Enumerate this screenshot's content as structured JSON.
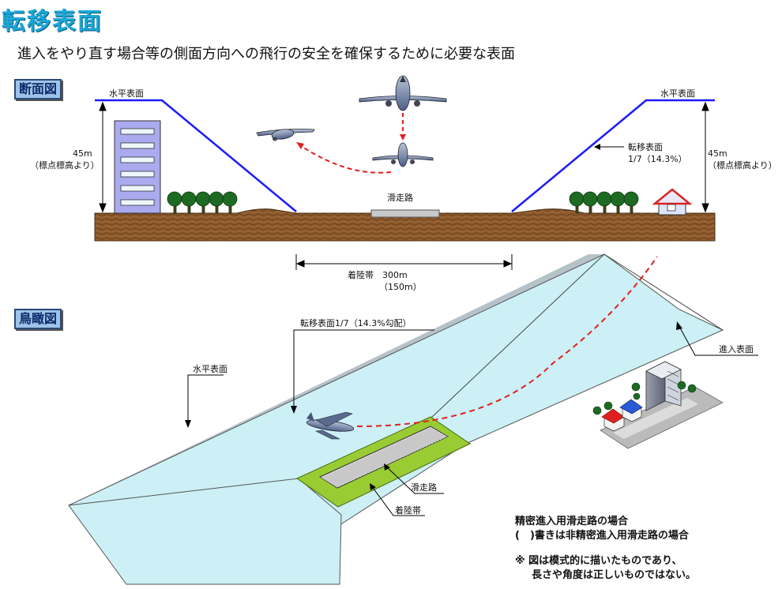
{
  "title": "転移表面",
  "subtitle": "進入をやり直す場合等の側面方向への飛行の安全を確保するために必要な表面",
  "section_view": {
    "tag": "断面図",
    "horizontal_surface_left": "水平表面",
    "horizontal_surface_right": "水平表面",
    "height_left": "45m",
    "height_left_note": "（標点標高より）",
    "height_right": "45m",
    "height_right_note": "（標点標高より）",
    "runway": "滑走路",
    "transition_surface": "転移表面",
    "transition_slope": "1/7（14.3%）",
    "strip_width": "着陸帯　300m",
    "strip_width_alt": "（150m）"
  },
  "birdseye_view": {
    "tag": "鳥瞰図",
    "transition_surface": "転移表面1/7（14.3%勾配）",
    "horizontal_surface": "水平表面",
    "approach_surface": "進入表面",
    "runway": "滑走路",
    "landing_strip": "着陸帯"
  },
  "notes": {
    "line1": "精密進入用滑走路の場合",
    "line2": "(　)書きは非精密進入用滑走路の場合",
    "line3": "※ 図は模式的に描いたものであり、",
    "line4": "長さや角度は正しいものではない。"
  },
  "colors": {
    "title": "#1aa7d8",
    "surface_line": "#1a1aff",
    "ground": "#8b5a2b",
    "flight_path": "#e02020",
    "strip": "#99cc33",
    "runway": "#c8c8c8",
    "surface_fill": "#ccf0f5"
  }
}
